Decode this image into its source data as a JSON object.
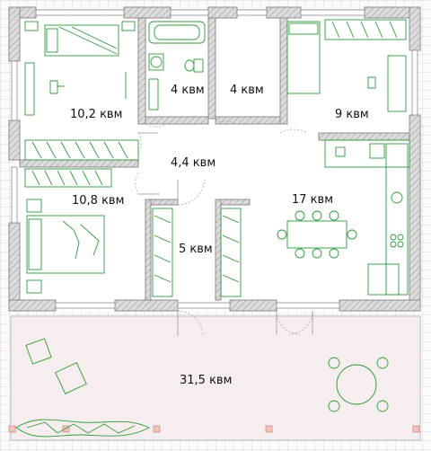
{
  "rooms": [
    {
      "id": "bedroom-top-left",
      "area": "10,2 квм"
    },
    {
      "id": "bathroom",
      "area": "4 квм"
    },
    {
      "id": "toilet-room",
      "area": "4 квм"
    },
    {
      "id": "bedroom-top-right",
      "area": "9 квм"
    },
    {
      "id": "hallway",
      "area": "4,4 квм"
    },
    {
      "id": "bedroom-left",
      "area": "10,8 квм"
    },
    {
      "id": "closet",
      "area": "5 квм"
    },
    {
      "id": "living-kitchen",
      "area": "17 квм"
    },
    {
      "id": "terrace",
      "area": "31,5 квм"
    }
  ],
  "colors": {
    "wall": "#8c8c8c",
    "wall_hatch": "#cfcfcf",
    "furniture": "#2e9a3a",
    "terrace_fill": "#f6eeee",
    "terrace_post": "#e9b8b0",
    "grid": "#9a9ab0"
  }
}
